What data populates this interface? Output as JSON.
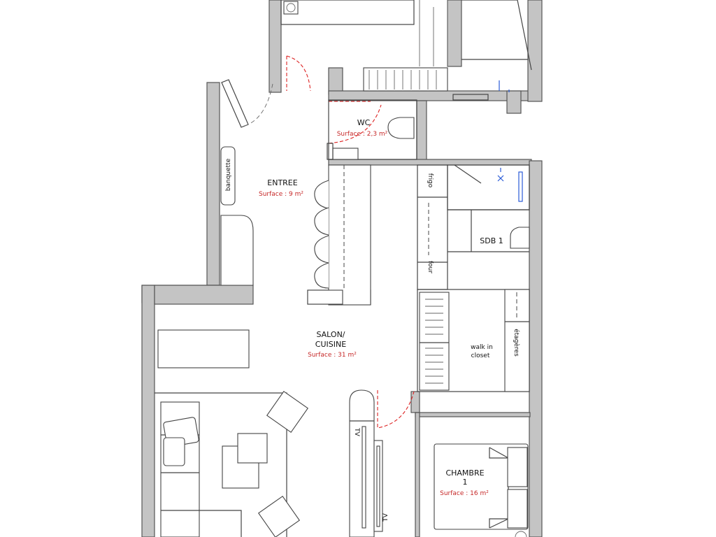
{
  "rooms": {
    "entree": {
      "name": "ENTREE",
      "surface": "Surface : 9 m²"
    },
    "wc": {
      "name": "WC",
      "surface": "Surface : 2,3 m²"
    },
    "salon": {
      "name_line1": "SALON/",
      "name_line2": "CUISINE",
      "surface": "Surface : 31 m²"
    },
    "sdb": {
      "name": "SDB 1"
    },
    "closet": {
      "name_line1": "walk in",
      "name_line2": "closet"
    },
    "chambre": {
      "name_line1": "CHAMBRE",
      "name_line2": "1",
      "surface": "Surface : 16 m²"
    }
  },
  "fixtures": {
    "banquette": "banquette",
    "frigo": "frigo",
    "four": "four",
    "etageres": "étagères",
    "tv1": "TV",
    "tv2": "TV"
  },
  "colors": {
    "wall": "#c4c4c4",
    "surface_text": "#c62828",
    "door": "#d22222",
    "plumbing": "#2a5bd7"
  }
}
